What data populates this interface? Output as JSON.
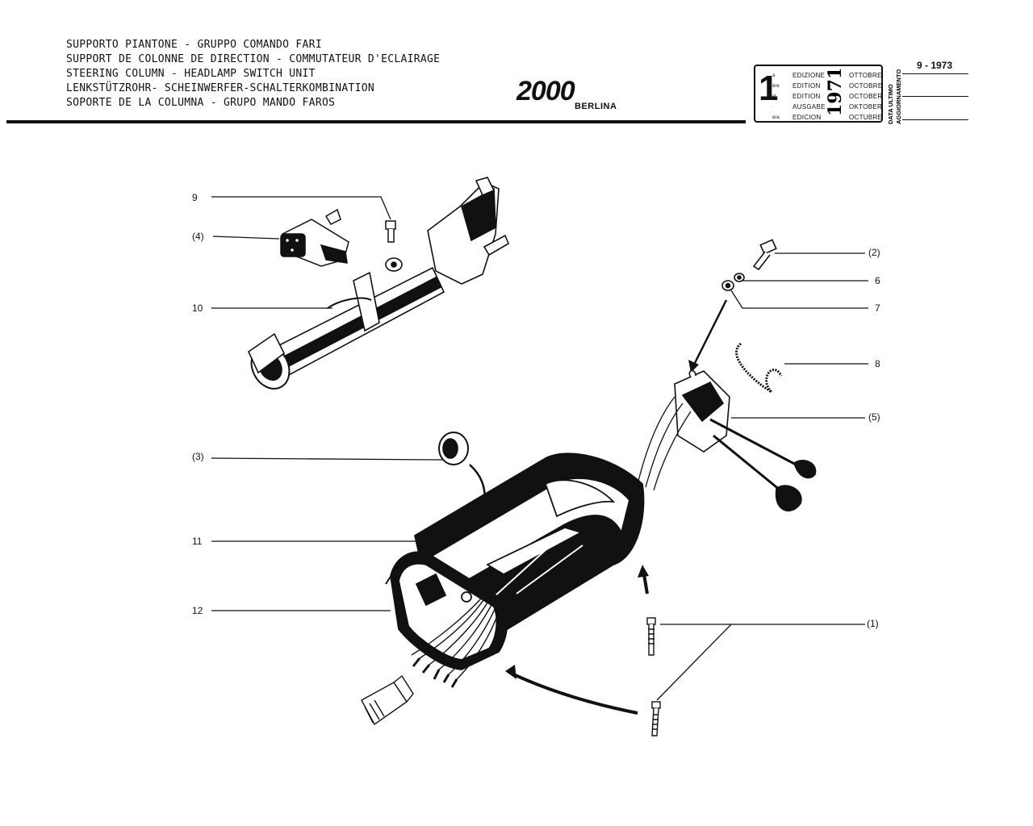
{
  "header": {
    "title_lines": [
      "SUPPORTO PIANTONE - GRUPPO COMANDO FARI",
      "SUPPORT DE COLONNE DE DIRECTION - COMMUTATEUR D'ECLAIRAGE",
      "STEERING COLUMN - HEADLAMP SWITCH UNIT",
      "LENKSTÜTZROHR- SCHEINWERFER-SCHALTERKOMBINATION",
      "SOPORTE DE LA COLUMNA - GRUPO MANDO FAROS"
    ],
    "logo": "2000",
    "subtitle": "BERLINA"
  },
  "edition": {
    "number": "1",
    "suffixes": [
      "a",
      "ère",
      "st",
      "·",
      "era"
    ],
    "labels": [
      "EDIZIONE",
      "EDITION",
      "EDITION",
      "AUSGABE",
      "EDICION"
    ],
    "year": "1971",
    "months": [
      "OTTOBRE",
      "OCTOBRE",
      "OCTOBER",
      "OKTOBER",
      "OCTUBRE"
    ],
    "last_update_label_1": "DATA ULTIMO",
    "last_update_label_2": "AGGIORNAMENTO",
    "last_update_value": "9 - 1973"
  },
  "callouts": {
    "c9": "9",
    "c4": "(4)",
    "c10": "10",
    "c2": "(2)",
    "c6": "6",
    "c7": "7",
    "c8": "8",
    "c5": "(5)",
    "c3": "(3)",
    "c11": "11",
    "c12": "12",
    "c1": "(1)"
  },
  "colors": {
    "ink": "#111111",
    "paper": "#ffffff"
  }
}
